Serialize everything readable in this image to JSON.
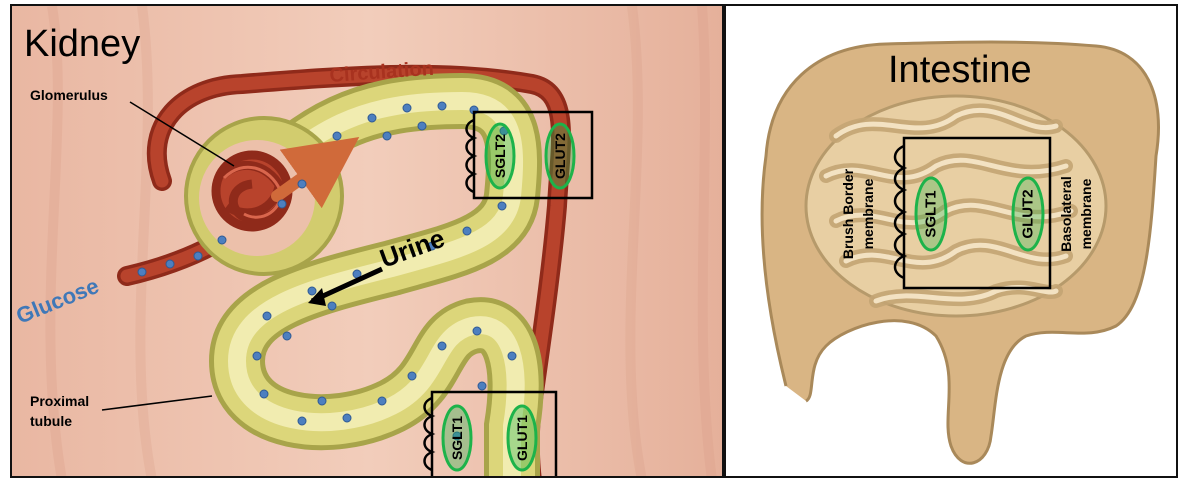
{
  "kidney": {
    "title": "Kidney",
    "circulation": "Circulation",
    "glomerulus": "Glomerulus",
    "glucose": "Glucose",
    "urine": "Urine",
    "proximal_tubule_line1": "Proximal",
    "proximal_tubule_line2": "tubule",
    "top_box": {
      "left": "SGLT2",
      "right": "GLUT2"
    },
    "bottom_box": {
      "left": "SGLT1",
      "right": "GLUT1"
    }
  },
  "intestine": {
    "title": "Intestine",
    "brush_line1": "Brush Border",
    "brush_line2": "membrane",
    "baso_line1": "Basolateral",
    "baso_line2": "membrane",
    "box": {
      "left": "SGLT1",
      "right": "GLUT2"
    }
  },
  "colors": {
    "transporter_green": "#1db34a",
    "vessel_red": "#a8321f",
    "tubule_yellow": "#dcd67a",
    "glucose_blue": "#4d7fbf",
    "intestine_tan": "#e2c393"
  }
}
